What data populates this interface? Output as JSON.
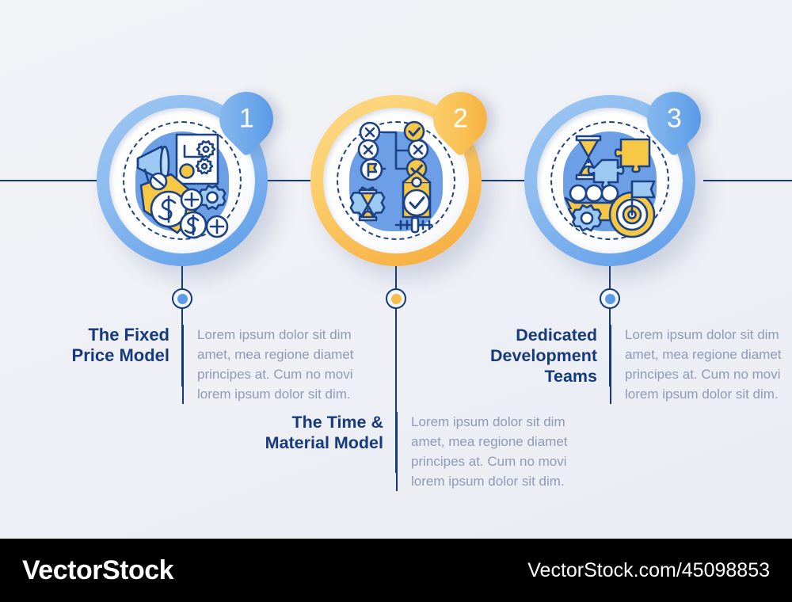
{
  "canvas": {
    "background_color": "#f0f2f7",
    "timeline_color": "#153a7a"
  },
  "colors": {
    "navy": "#163a7c",
    "blue": "#5b9be8",
    "light_blue": "#9cc6f2",
    "yellow": "#f7bf4e",
    "orange": "#f5a83a",
    "body_text": "#8e9bb5",
    "footer_bg": "#000000"
  },
  "steps": [
    {
      "number": "1",
      "accent": "blue",
      "title": "The Fixed\nPrice Model",
      "body": "Lorem ipsum dolor sit dim\namet, mea regione diamet\nprincipes at. Cum no movi\nlorem ipsum dolor sit dim.",
      "icons": [
        "megaphone-icon",
        "price-tag-dollar-icon",
        "document-gear-icon",
        "handshake-icon",
        "gear-plus-icon",
        "dollar-coin-plus-icon"
      ]
    },
    {
      "number": "2",
      "accent": "gold",
      "title": "The Time &\nMaterial Model",
      "body": "Lorem ipsum dolor sit dim\namet, mea regione diamet\nprincipes at. Cum no movi\nlorem ipsum dolor sit dim.",
      "icons": [
        "cross-circle-icon",
        "check-circle-icon",
        "flag-circle-icon",
        "hourglass-gear-icon",
        "tag-check-icon",
        "timeline-axis-icon"
      ]
    },
    {
      "number": "3",
      "accent": "blue",
      "title": "Dedicated\nDevelopment Teams",
      "body": "Lorem ipsum dolor sit dim\namet, mea regione diamet\nprincipes at. Cum no movi\nlorem ipsum dolor sit dim.",
      "icons": [
        "hourglass-icon",
        "puzzle-piece-icon",
        "team-group-icon",
        "gear-icon",
        "target-flag-icon"
      ]
    }
  ],
  "footer": {
    "brand": "VectorStock",
    "url": "VectorStock.com/45098853"
  }
}
